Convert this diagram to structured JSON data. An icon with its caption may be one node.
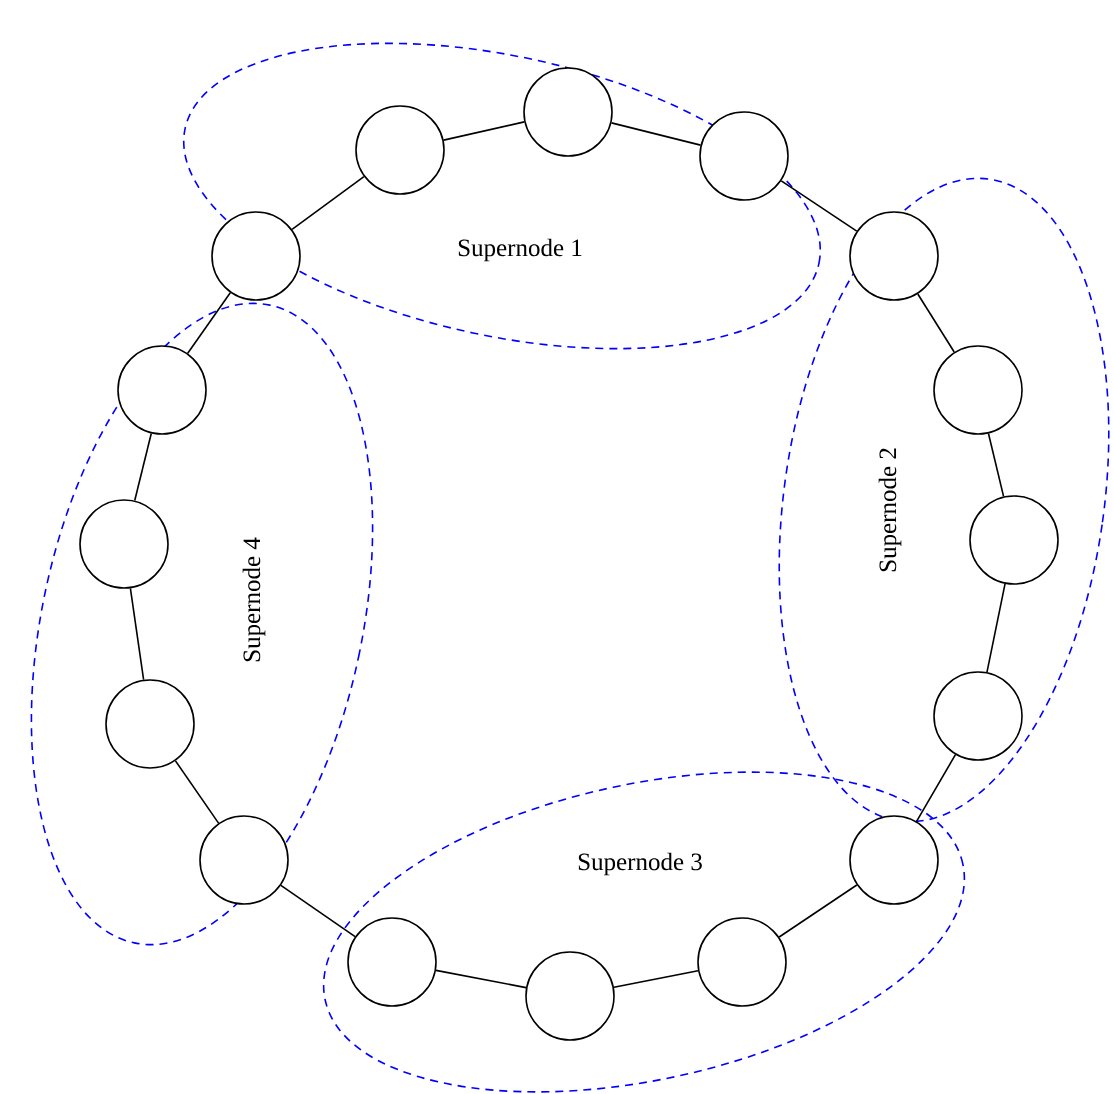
{
  "diagram": {
    "nodes": [
      {
        "text": [
          "Supernode 1"
        ]
      },
      {
        "text": [],
        "shape": "circle",
        "in": 0
      },
      {
        "text": [],
        "shape": "circle",
        "in": 0
      },
      {
        "text": [],
        "shape": "circle",
        "in": 0
      },
      {
        "text": [],
        "shape": "circle",
        "in": 0
      },
      {
        "text": [
          "Supernode 2"
        ]
      },
      {
        "text": [],
        "shape": "circle",
        "in": 5
      },
      {
        "text": [],
        "shape": "circle",
        "in": 5
      },
      {
        "text": [],
        "shape": "circle",
        "in": 5
      },
      {
        "text": [],
        "shape": "circle",
        "in": 5
      },
      {
        "text": [
          "Supernode 3"
        ]
      },
      {
        "text": [],
        "shape": "circle",
        "in": 10
      },
      {
        "text": [],
        "shape": "circle",
        "in": 10
      },
      {
        "text": [],
        "shape": "circle",
        "in": 10
      },
      {
        "text": [],
        "shape": "circle",
        "in": 10
      },
      {
        "text": [
          "Supernode 4"
        ]
      },
      {
        "text": [],
        "shape": "circle",
        "in": 15
      },
      {
        "text": [],
        "shape": "circle",
        "in": 15
      },
      {
        "text": [],
        "shape": "circle",
        "in": 15
      },
      {
        "text": [],
        "shape": "circle",
        "in": 15
      }
    ],
    "edges": [
      {
        "from": 1,
        "to": 2,
        "arrow": "none"
      },
      {
        "from": 2,
        "to": 3,
        "arrow": "none"
      },
      {
        "from": 3,
        "to": 4,
        "arrow": "none"
      },
      {
        "from": 4,
        "to": 6,
        "arrow": "none"
      },
      {
        "from": 6,
        "to": 7,
        "arrow": "none"
      },
      {
        "from": 7,
        "to": 8,
        "arrow": "none"
      },
      {
        "from": 8,
        "to": 9,
        "arrow": "none"
      },
      {
        "from": 9,
        "to": 11,
        "arrow": "none"
      },
      {
        "from": 11,
        "to": 12,
        "arrow": "none"
      },
      {
        "from": 12,
        "to": 13,
        "arrow": "none"
      },
      {
        "from": 13,
        "to": 14,
        "arrow": "none"
      },
      {
        "from": 14,
        "to": 16,
        "arrow": "none"
      },
      {
        "from": 16,
        "to": 17,
        "arrow": "none"
      },
      {
        "from": 17,
        "to": 18,
        "arrow": "none"
      },
      {
        "from": 18,
        "to": 19,
        "arrow": "none"
      },
      {
        "from": 19,
        "to": 1,
        "arrow": "none"
      }
    ]
  }
}
